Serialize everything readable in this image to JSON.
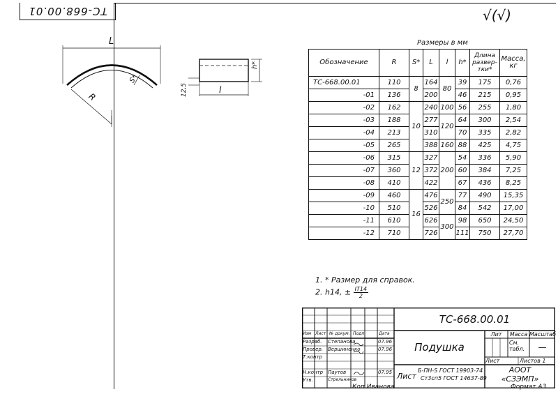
{
  "stamp": {
    "number": "ТС-668.00.01"
  },
  "top_right": {
    "roughness": "√(√)"
  },
  "drawing": {
    "dim_L": "L",
    "dim_R": "R",
    "dim_S": "S*",
    "dim_h": "h*",
    "dim_l": "l",
    "dim_125": "12,5"
  },
  "table": {
    "caption": "Размеры в мм",
    "headers": [
      "Обозначение",
      "R",
      "S*",
      "L",
      "l",
      "h*",
      "Длина развер-тки*",
      "Масса, кг"
    ],
    "rows": [
      [
        "ТС-668.00.01",
        "110",
        "164",
        "39",
        "175",
        "0,76"
      ],
      [
        "-01",
        "136",
        "200",
        "46",
        "215",
        "0,95"
      ],
      [
        "-02",
        "162",
        "240",
        "56",
        "255",
        "1,80"
      ],
      [
        "-03",
        "188",
        "277",
        "64",
        "300",
        "2,54"
      ],
      [
        "-04",
        "213",
        "310",
        "70",
        "335",
        "2,82"
      ],
      [
        "-05",
        "265",
        "388",
        "88",
        "425",
        "4,75"
      ],
      [
        "-06",
        "315",
        "327",
        "54",
        "336",
        "5,90"
      ],
      [
        "-07",
        "360",
        "372",
        "60",
        "384",
        "7,25"
      ],
      [
        "-08",
        "410",
        "422",
        "67",
        "436",
        "8,25"
      ],
      [
        "-09",
        "460",
        "476",
        "77",
        "490",
        "15,35"
      ],
      [
        "-10",
        "510",
        "526",
        "84",
        "542",
        "17,00"
      ],
      [
        "-11",
        "610",
        "626",
        "98",
        "650",
        "24,50"
      ],
      [
        "-12",
        "710",
        "726",
        "111",
        "750",
        "27,70"
      ]
    ],
    "s_groups": [
      "8",
      "10",
      "12",
      "16"
    ],
    "l_groups": [
      "80",
      "100",
      "120",
      "160",
      "200",
      "250",
      "300"
    ]
  },
  "notes": {
    "n1": "1. * Размер для справок.",
    "n2_prefix": "2. h14, ±",
    "n2_num": "IT14",
    "n2_den": "2"
  },
  "title_block": {
    "doc_number": "ТС-668.00.01",
    "name": "Подушка",
    "lit": "Лит",
    "mass": "Масса",
    "scale": "Масштаб",
    "mass_value": "См. табл.",
    "scale_value": "—",
    "sheet": "Лист",
    "sheets": "Листов 1",
    "material_label": "Лист",
    "material_1": "Б-ПН-S ГОСТ 19903-74",
    "material_2": "Ст3сп5 ГОСТ 14637-89",
    "org_1": "АООТ",
    "org_2": "«СЗЭМП»",
    "hdr_izm": "Изм",
    "hdr_list": "Лист",
    "hdr_doc": "№ докум.",
    "hdr_sign": "Подп.",
    "hdr_date": "Дата",
    "row_razrab": "Разраб.",
    "row_prover": "Провер.",
    "row_tkontr": "Т.контр",
    "row_nkontr": "Н.контр",
    "row_utv": "Утв.",
    "name_razrab": "Степанова",
    "name_prover": "Вершиненко",
    "name_nkontr": "Паутов",
    "name_utv": "Стрельников",
    "date_1": "07.96",
    "date_2": "07.96",
    "date_3": "07.95",
    "copied": "Коп Иванова",
    "format": "Формат А3"
  }
}
